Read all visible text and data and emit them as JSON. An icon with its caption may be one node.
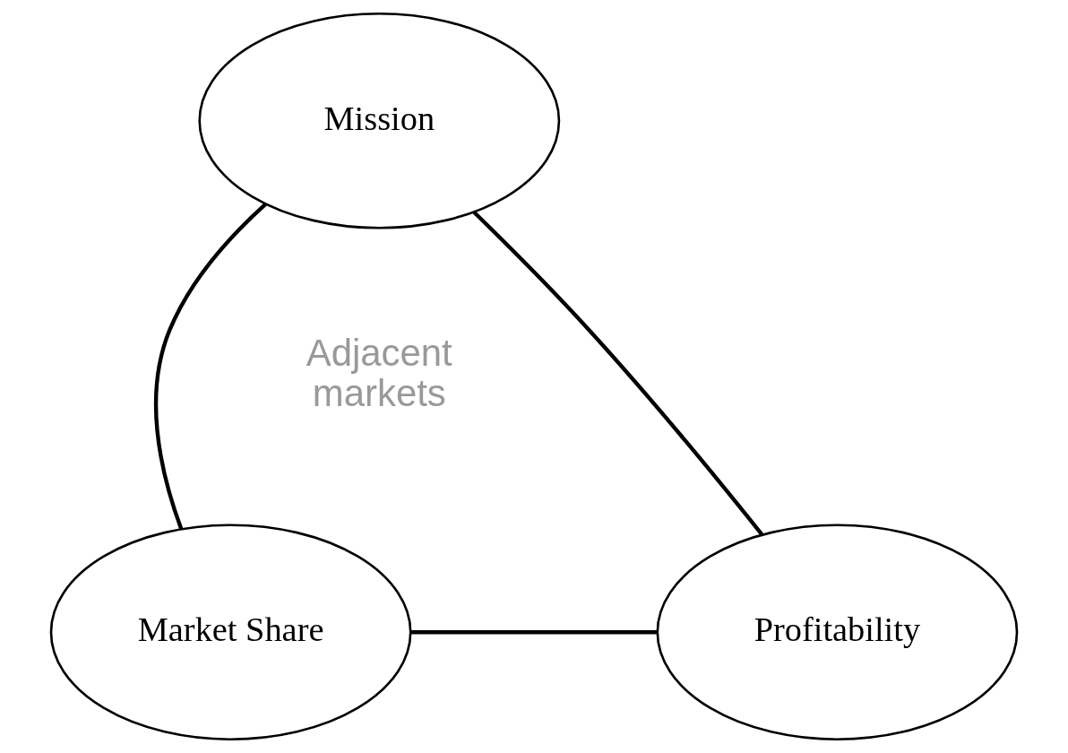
{
  "diagram": {
    "nodes": [
      {
        "text": [
          "Mission"
        ]
      },
      {
        "text": [
          "Market Share"
        ]
      },
      {
        "text": [
          "Profitability"
        ]
      }
    ],
    "edges": [
      {
        "from": 0,
        "to": 1,
        "arrow": "none"
      },
      {
        "from": 0,
        "to": 2,
        "arrow": "none"
      },
      {
        "from": 1,
        "to": 2,
        "arrow": "none"
      }
    ],
    "labels": [
      "Adjacent markets"
    ]
  }
}
